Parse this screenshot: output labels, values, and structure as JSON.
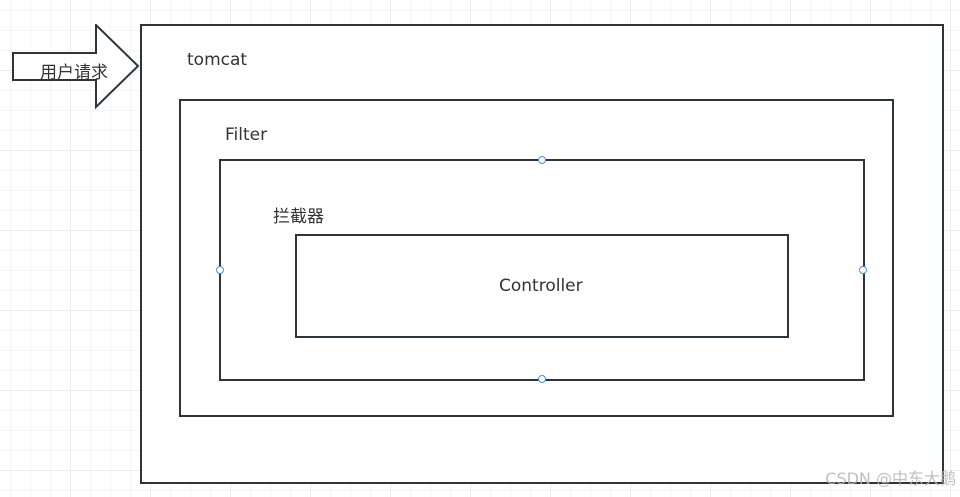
{
  "arrow": {
    "label": "用户请求"
  },
  "layers": {
    "tomcat": "tomcat",
    "filter": "Filter",
    "interceptor": "拦截器",
    "controller": "Controller"
  },
  "watermark": "CSDN @中东大鹅",
  "colors": {
    "border": "#2d343c",
    "handle": "#4a90e2"
  }
}
